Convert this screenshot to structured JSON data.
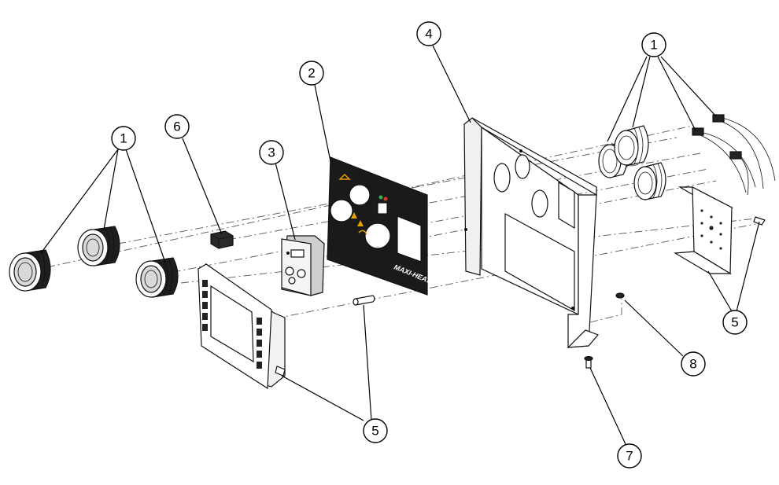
{
  "diagram": {
    "callouts": [
      {
        "id": "c1-left",
        "label": "1"
      },
      {
        "id": "c6",
        "label": "6"
      },
      {
        "id": "c3",
        "label": "3"
      },
      {
        "id": "c2",
        "label": "2"
      },
      {
        "id": "c4",
        "label": "4"
      },
      {
        "id": "c1-right",
        "label": "1"
      },
      {
        "id": "c5-right",
        "label": "5"
      },
      {
        "id": "c8",
        "label": "8"
      },
      {
        "id": "c5-bottom",
        "label": "5"
      },
      {
        "id": "c7",
        "label": "7"
      }
    ],
    "panel_brand": "MAXI-HEAT",
    "colors": {
      "line": "#000000",
      "panel": "#1a1a1a",
      "warning_icon": "#e8a000",
      "led_green": "#2db34a",
      "led_red": "#d83a2a"
    }
  }
}
